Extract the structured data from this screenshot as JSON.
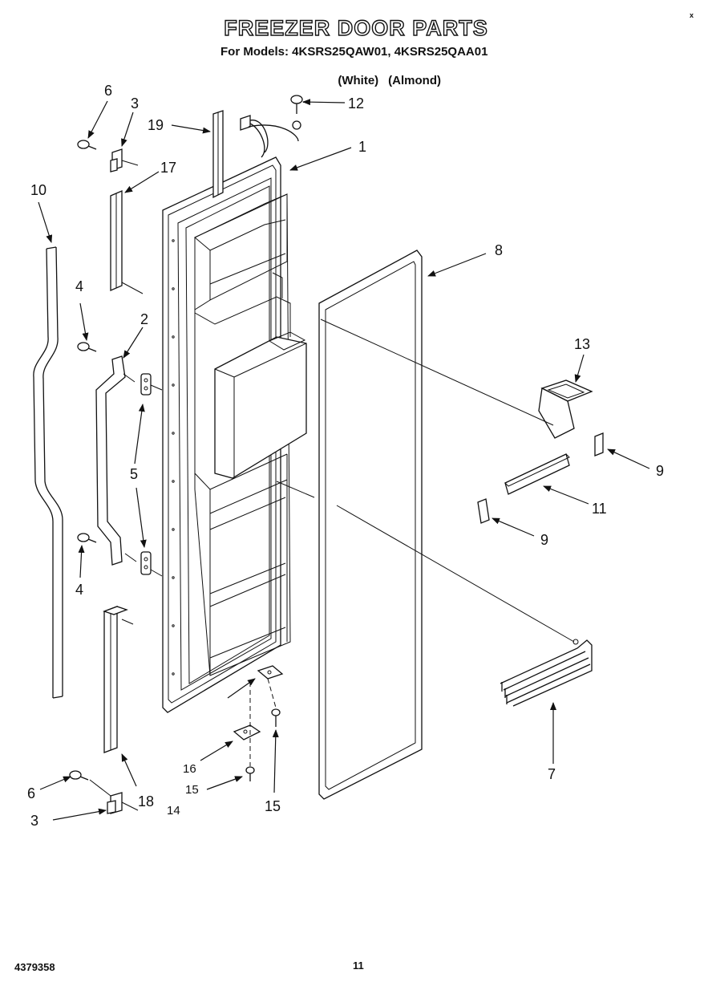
{
  "title": "FREEZER DOOR PARTS",
  "models_line": "For Models: 4KSRS25QAW01, 4KSRS25QAA01",
  "color_variants": [
    "(White)",
    "(Almond)"
  ],
  "callouts": {
    "c1": "1",
    "c2": "2",
    "c3a": "3",
    "c3b": "3",
    "c4a": "4",
    "c4b": "4",
    "c5": "5",
    "c6a": "6",
    "c6b": "6",
    "c7": "7",
    "c8": "8",
    "c9a": "9",
    "c9b": "9",
    "c10": "10",
    "c11": "11",
    "c12": "12",
    "c13": "13",
    "c14": "14",
    "c15a": "15",
    "c15b": "15",
    "c16": "16",
    "c17": "17",
    "c18": "18",
    "c19": "19"
  },
  "footer": {
    "doc_number": "4379358",
    "page_number": "11",
    "corner_mark": "x"
  }
}
